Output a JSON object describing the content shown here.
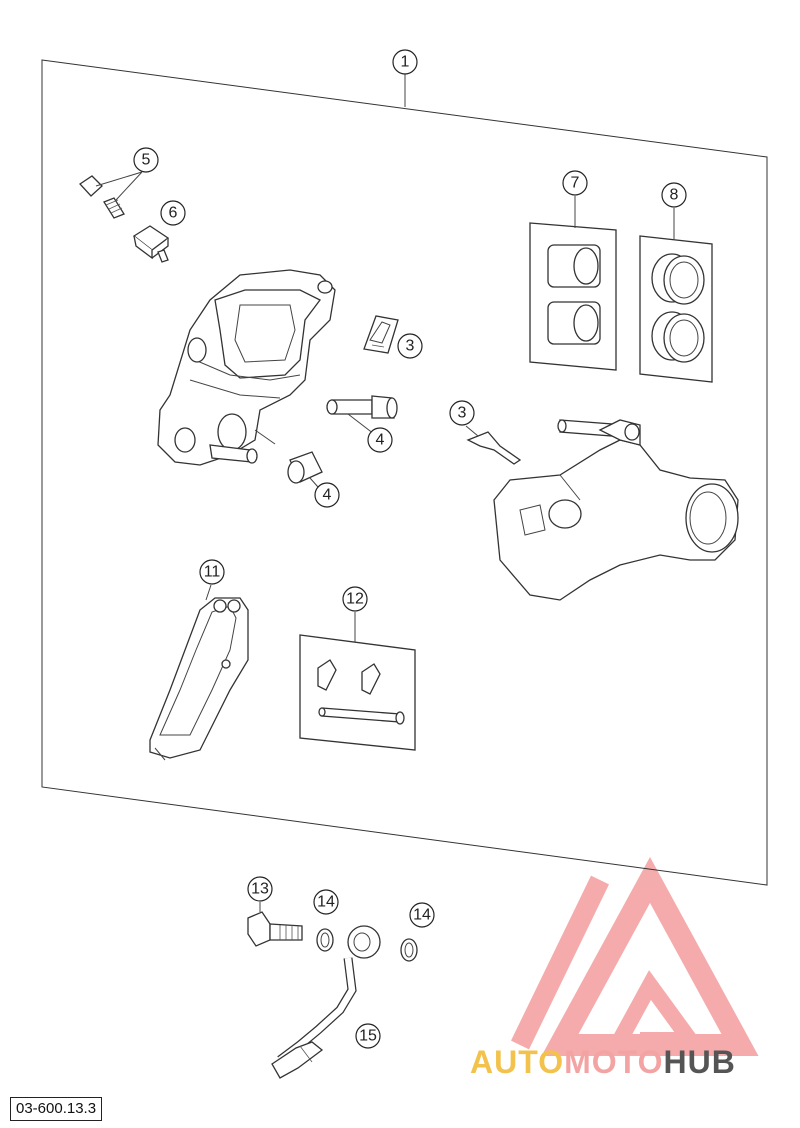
{
  "diagram": {
    "code": "03-600.13.3",
    "callouts": [
      "1",
      "5",
      "6",
      "7",
      "8",
      "3",
      "4",
      "3",
      "4",
      "11",
      "12",
      "13",
      "14",
      "14",
      "15"
    ]
  },
  "watermark": {
    "part1": "AUTO",
    "part2": "MOTO",
    "part3": "HUB",
    "colors": {
      "red": "#f4a3a3",
      "yellow": "#f3c24c",
      "gray": "#555555"
    }
  }
}
